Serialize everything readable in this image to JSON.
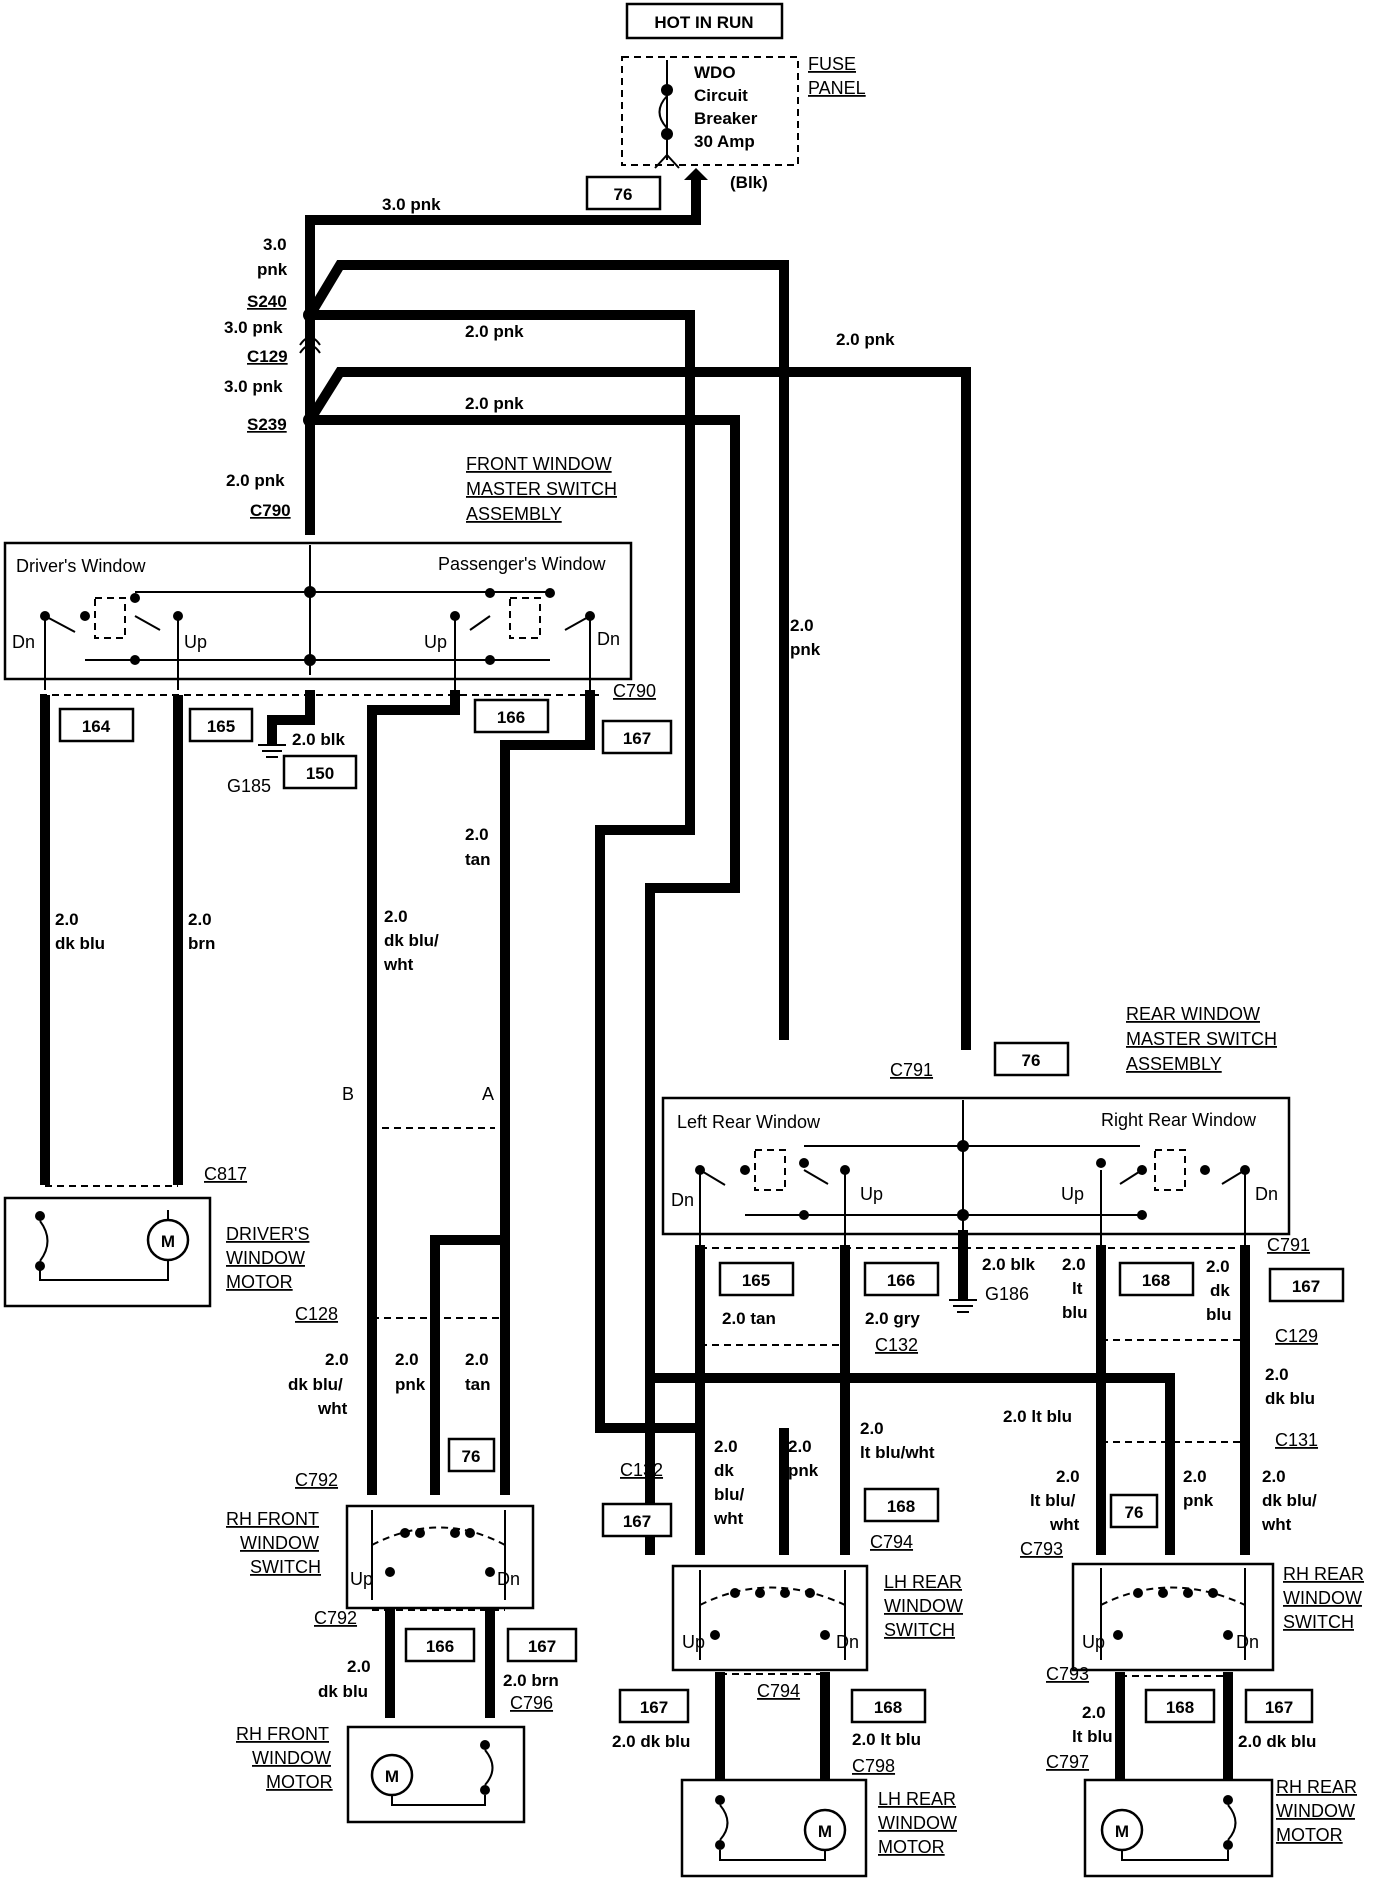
{
  "header": {
    "title": "HOT IN RUN"
  },
  "fuse": {
    "lines": [
      "WDO",
      "Circuit",
      "Breaker",
      "30 Amp"
    ],
    "panel_lines": [
      "FUSE",
      "PANEL"
    ],
    "blk": "(Blk)",
    "circuit": "76"
  },
  "splices": {
    "top_wire": "3.0 pnk",
    "left_a": "3.0",
    "left_b": "pnk",
    "s240": "S240",
    "s240_wire": "3.0 pnk",
    "c129": "C129",
    "c129_wire": "3.0 pnk",
    "s239": "S239",
    "s239_wire": "2.0 pnk",
    "c790": "C790",
    "pnk_a": "2.0 pnk",
    "pnk_b": "2.0 pnk",
    "pnk_c": "2.0 pnk",
    "vert_a": "2.0",
    "vert_b": "pnk"
  },
  "front_master": {
    "title_lines": [
      "FRONT WINDOW",
      "MASTER SWITCH",
      "ASSEMBLY"
    ],
    "driver": "Driver's Window",
    "passenger": "Passenger's Window",
    "dn": "Dn",
    "up": "Up",
    "c790": "C790",
    "circuits": [
      "164",
      "165",
      "166",
      "167",
      "150"
    ],
    "gnd_wire": "2.0 blk",
    "ground": "G185"
  },
  "front_wires": {
    "dk_blu": [
      "2.0",
      "dk blu"
    ],
    "brn": [
      "2.0",
      "brn"
    ],
    "dk_blu_wht": [
      "2.0",
      "dk blu/",
      "wht"
    ],
    "tan": [
      "2.0",
      "tan"
    ],
    "pin_b": "B",
    "pin_a": "A"
  },
  "driver_motor": {
    "title_lines": [
      "DRIVER'S",
      "WINDOW",
      "MOTOR"
    ],
    "connector": "C817",
    "m": "M"
  },
  "rh_front": {
    "c128": "C128",
    "w1": [
      "2.0",
      "dk blu/",
      "wht"
    ],
    "w2": [
      "2.0",
      "pnk"
    ],
    "w3": [
      "2.0",
      "tan"
    ],
    "circuit": "76",
    "c792": "C792",
    "switch_lines": [
      "RH FRONT",
      "WINDOW",
      "SWITCH"
    ],
    "up": "Up",
    "dn": "Dn",
    "c792b": "C792",
    "circ_a": "166",
    "circ_b": "167",
    "dk_blu": [
      "2.0",
      "dk blu"
    ],
    "brn": "2.0 brn",
    "c796": "C796",
    "motor_lines": [
      "RH FRONT",
      "WINDOW",
      "MOTOR"
    ],
    "m": "M"
  },
  "rear_master": {
    "title_lines": [
      "REAR WINDOW",
      "MASTER SWITCH",
      "ASSEMBLY"
    ],
    "c791": "C791",
    "circuit": "76",
    "left": "Left Rear Window",
    "right": "Right Rear Window",
    "dn": "Dn",
    "up": "Up",
    "c791b": "C791",
    "circuits": [
      "165",
      "166",
      "168",
      "167"
    ],
    "gnd_wire": "2.0 blk",
    "ground": "G186",
    "tan": "2.0 tan",
    "gry": "2.0 gry",
    "lt_blu": [
      "2.0",
      "lt",
      "blu"
    ],
    "dk_blu": [
      "2.0",
      "dk",
      "blu"
    ],
    "c132": "C132",
    "c129": "C129",
    "dk_blu2": [
      "2.0",
      "dk blu"
    ],
    "lt_blu2": "2.0 lt blu",
    "c131": "C131"
  },
  "lh_rear": {
    "c132": "C132",
    "circ_a": "167",
    "w1": [
      "2.0",
      "dk",
      "blu/",
      "wht"
    ],
    "w2": [
      "2.0",
      "pnk"
    ],
    "w3": [
      "2.0",
      "lt blu/wht"
    ],
    "circ_b": "168",
    "c794": "C794",
    "switch_lines": [
      "LH REAR",
      "WINDOW",
      "SWITCH"
    ],
    "up": "Up",
    "dn": "Dn",
    "c794b": "C794",
    "circ_c": "167",
    "circ_d": "168",
    "dk_blu": "2.0 dk blu",
    "lt_blu": "2.0 lt blu",
    "c798": "C798",
    "motor_lines": [
      "LH REAR",
      "WINDOW",
      "MOTOR"
    ],
    "m": "M"
  },
  "rh_rear": {
    "w1": [
      "2.0",
      "lt blu/",
      "wht"
    ],
    "circuit": "76",
    "w2": [
      "2.0",
      "pnk"
    ],
    "w3": [
      "2.0",
      "dk blu/",
      "wht"
    ],
    "c793": "C793",
    "switch_lines": [
      "RH REAR",
      "WINDOW",
      "SWITCH"
    ],
    "up": "Up",
    "dn": "Dn",
    "c793b": "C793",
    "circ_a": "168",
    "circ_b": "167",
    "lt_blu": [
      "2.0",
      "lt blu"
    ],
    "dk_blu": "2.0 dk blu",
    "c797": "C797",
    "motor_lines": [
      "RH REAR",
      "WINDOW",
      "MOTOR"
    ],
    "m": "M"
  }
}
